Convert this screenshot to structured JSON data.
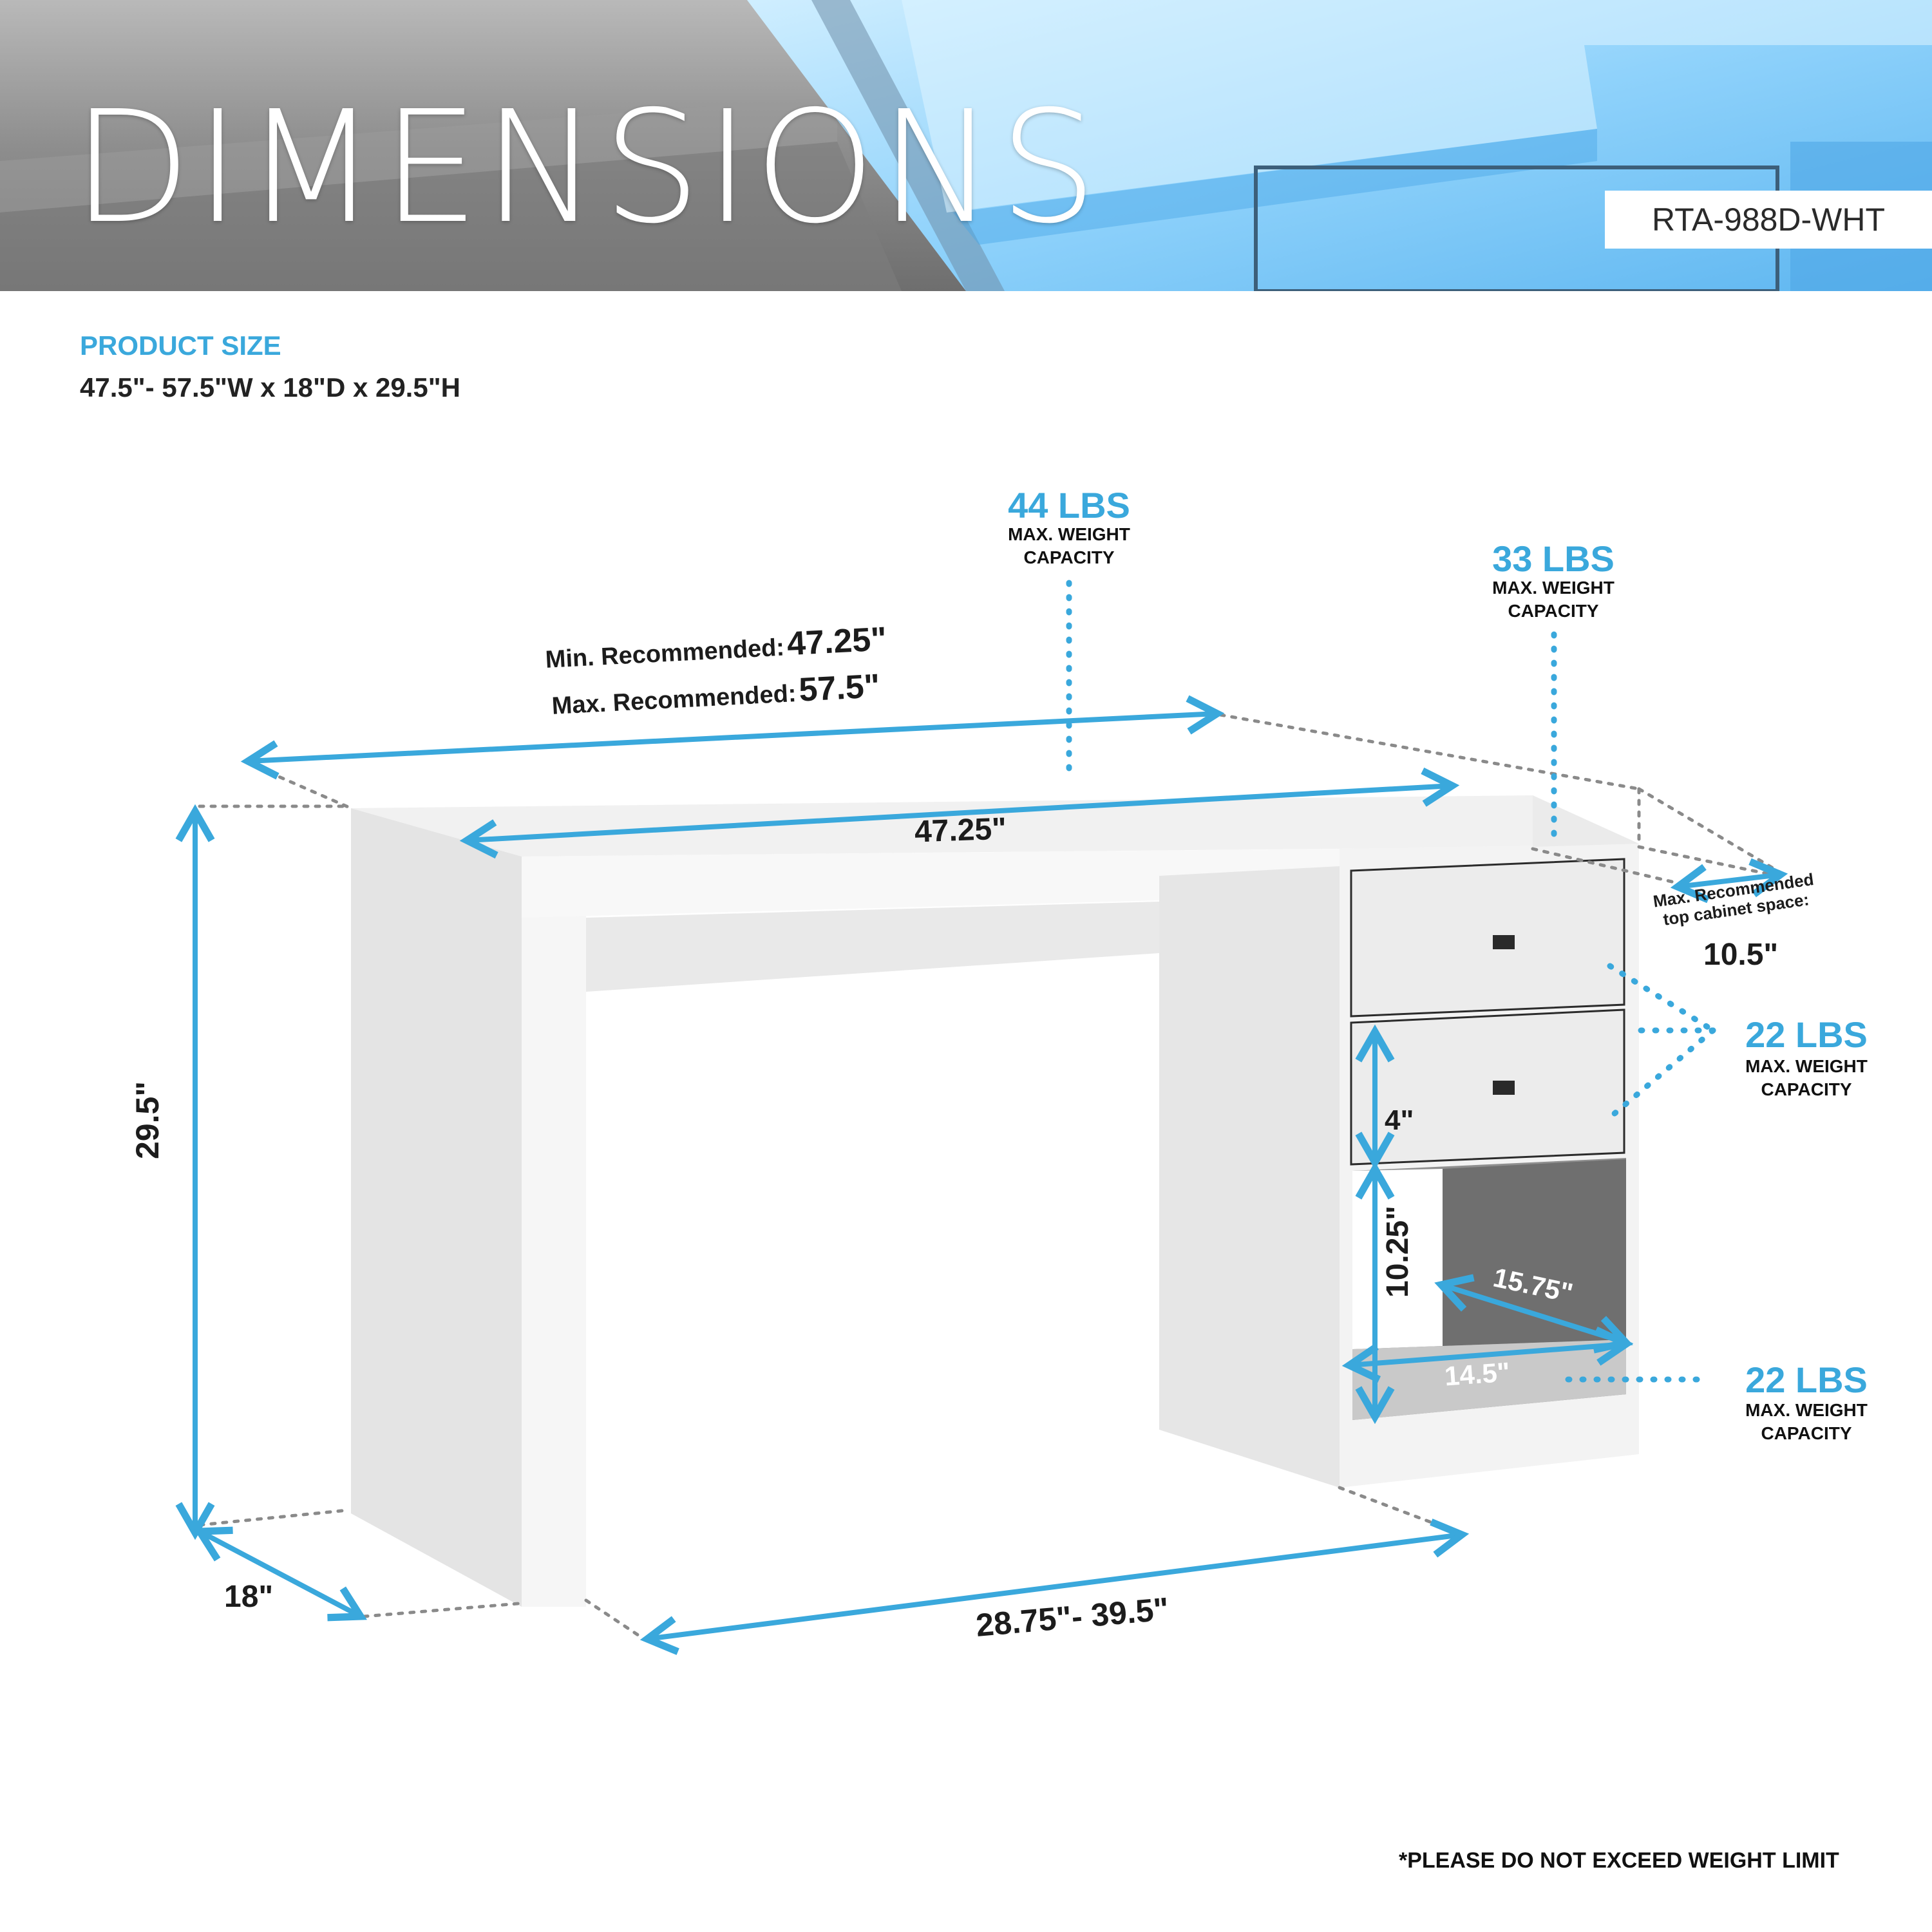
{
  "header": {
    "title": "DIMENSIONS",
    "model": "RTA-988D-WHT"
  },
  "product_size": {
    "label": "PRODUCT SIZE",
    "value": "47.5\"- 57.5\"W x 18\"D x 29.5\"H"
  },
  "capacities": {
    "top": {
      "weight": "44 LBS",
      "line1": "MAX. WEIGHT",
      "line2": "CAPACITY"
    },
    "cabinet_top": {
      "weight": "33 LBS",
      "line1": "MAX. WEIGHT",
      "line2": "CAPACITY"
    },
    "drawers": {
      "weight": "22 LBS",
      "line1": "MAX. WEIGHT",
      "line2": "CAPACITY"
    },
    "shelf": {
      "weight": "22 LBS",
      "line1": "MAX. WEIGHT",
      "line2": "CAPACITY"
    }
  },
  "dimensions": {
    "min_label": "Min. Recommended:",
    "min_value": "47.25\"",
    "max_label": "Max. Recommended:",
    "max_value": "57.5\"",
    "desktop_width": "47.25\"",
    "height": "29.5\"",
    "depth": "18\"",
    "leg_span": "28.75\"- 39.5\"",
    "drawer_gap": "4\"",
    "shelf_height": "10.25\"",
    "shelf_depth": "15.75\"",
    "shelf_width": "14.5\"",
    "cabinet_space_line1": "Max. Recommended",
    "cabinet_space_line2": "top cabinet space:",
    "cabinet_space_value": "10.5\""
  },
  "footer": {
    "note": "*PLEASE DO NOT EXCEED WEIGHT LIMIT"
  },
  "colors": {
    "accent": "#3aa8dc",
    "header_blue": "#7cc4f3",
    "header_gray": "#8a8a8a",
    "text_dark": "#1c1c1c"
  }
}
